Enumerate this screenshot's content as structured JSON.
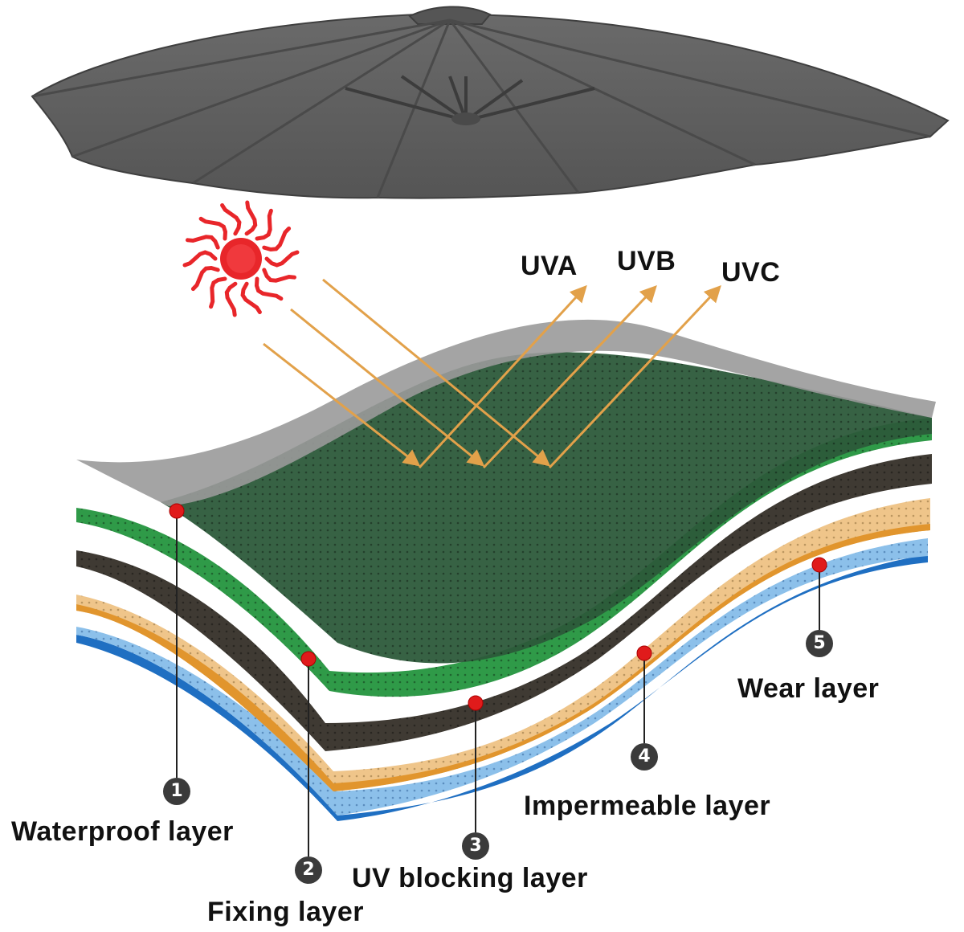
{
  "colors": {
    "umbrella": "#5f5f5f",
    "umbrella_dark": "#4a4a4a",
    "sun": "#e8262a",
    "arrow": "#e2a14a",
    "marker": "#e01b1b",
    "layer_top_gray": "#9a9a9a",
    "layer_green": "#2f9a48",
    "layer_dark_green": "#2c5a3a",
    "layer_brown": "#3f3a33",
    "layer_tan": "#efc58a",
    "layer_orange_edge": "#e1952d",
    "layer_blue": "#8cc0ea",
    "layer_blue_edge": "#1f6fc2"
  },
  "icons": [
    "umbrella-canopy",
    "sun-icon"
  ],
  "radiation": {
    "labels": [
      "UVA",
      "UVB",
      "UVC"
    ]
  },
  "layers": [
    {
      "number": "1",
      "name": "Waterproof layer"
    },
    {
      "number": "2",
      "name": "Fixing layer"
    },
    {
      "number": "3",
      "name": "UV blocking layer"
    },
    {
      "number": "4",
      "name": "Impermeable layer"
    },
    {
      "number": "5",
      "name": "Wear layer"
    }
  ]
}
